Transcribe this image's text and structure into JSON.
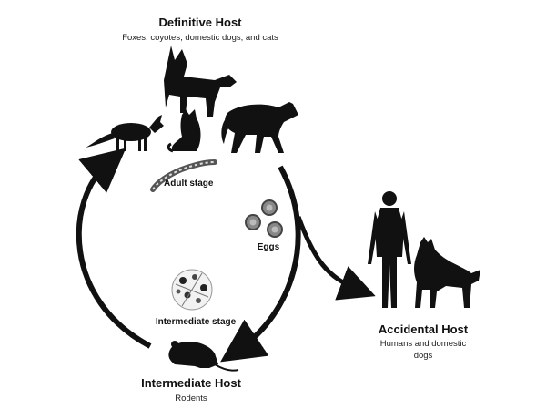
{
  "definitive_host": {
    "title": "Definitive Host",
    "subtitle": "Foxes, coyotes, domestic dogs, and cats"
  },
  "intermediate_host": {
    "title": "Intermediate Host",
    "subtitle": "Rodents"
  },
  "accidental_host": {
    "title": "Accidental Host",
    "subtitle_line1": "Humans and domestic",
    "subtitle_line2": "dogs"
  },
  "stages": {
    "adult": "Adult stage",
    "eggs": "Eggs",
    "intermediate": "Intermediate stage"
  },
  "colors": {
    "silhouette": "#111111",
    "arrow": "#111111",
    "background": "#ffffff"
  },
  "icons": [
    "fox-icon",
    "dog-icon",
    "cat-icon",
    "coyote-icon",
    "tapeworm-icon",
    "eggs-icon",
    "cyst-icon",
    "rodent-icon",
    "human-icon",
    "accidental-dog-icon"
  ]
}
